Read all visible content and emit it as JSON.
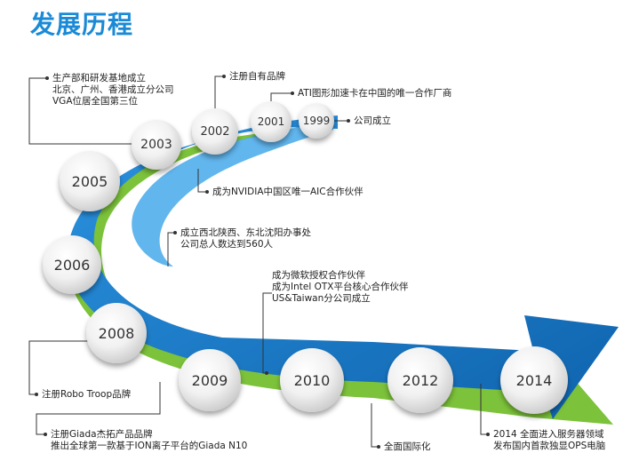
{
  "title": "发展历程",
  "colors": {
    "title": "#1a8ad6",
    "arrow_blue": "#1477c4",
    "arrow_green": "#7cc23a",
    "leader": "#333333"
  },
  "milestones": [
    {
      "year": "1999",
      "lines": [
        "公司成立"
      ]
    },
    {
      "year": "2001",
      "lines": [
        "ATI图形加速卡在中国的唯一合作厂商"
      ]
    },
    {
      "year": "2002",
      "lines": [
        "注册自有品牌"
      ]
    },
    {
      "year": "2003",
      "lines": [
        "生产部和研发基地成立",
        "北京、广州、香港成立分公司",
        "VGA位居全国第三位"
      ]
    },
    {
      "year": "2005",
      "lines": [
        "成为NVIDIA中国区唯一AIC合作伙伴"
      ]
    },
    {
      "year": "2006",
      "lines": [
        "成立西北陕西、东北沈阳办事处",
        "公司总人数达到560人"
      ]
    },
    {
      "year": "2008",
      "lines": [
        "注册Robo Troop品牌"
      ]
    },
    {
      "year": "2009",
      "lines": [
        "注册Giada杰拓产品品牌",
        "推出全球第一款基于ION离子平台的Giada N10"
      ]
    },
    {
      "year": "2010",
      "lines": [
        "成为微软授权合作伙伴",
        "成为Intel OTX平台核心合作伙伴",
        "US&Taiwan分公司成立"
      ]
    },
    {
      "year": "2012",
      "lines": [
        "全面国际化"
      ]
    },
    {
      "year": "2014",
      "lines": [
        "2014 全面进入服务器领域",
        "发布国内首款独显OPS电脑"
      ]
    }
  ]
}
